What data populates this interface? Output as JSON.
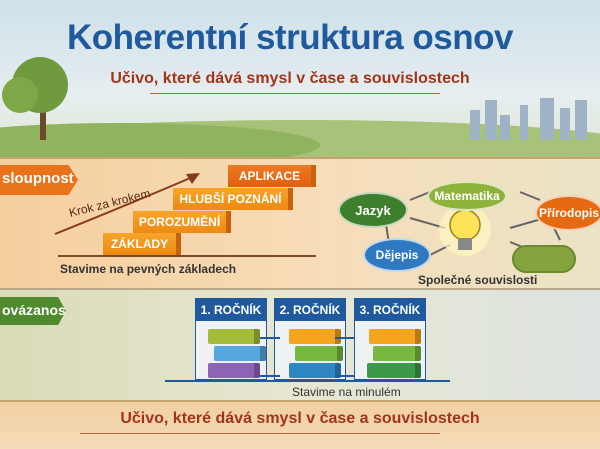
{
  "header": {
    "title": "Koherentní struktura osnov",
    "subtitle": "Učivo, které dává smysl v čase a souvislostech"
  },
  "sequence": {
    "tag": "sloupnost",
    "arrow_label": "Krok za krokem",
    "steps": [
      "ZÁKLADY",
      "POROZUMĚNÍ",
      "HLUBŠÍ POZNÁNÍ",
      "APLIKACE"
    ],
    "caption": "Stavime na pevných základech"
  },
  "connections": {
    "nodes": [
      "Matematika",
      "Jazyk",
      "Přírodopis",
      "Dějepis"
    ],
    "caption": "Společné souvislosti"
  },
  "continuity": {
    "tag": "ovázanost",
    "grades": [
      "1. ROČNÍK",
      "2. ROČNÍK",
      "3. ROČNÍK"
    ],
    "caption": "Stavime na minulém"
  },
  "footer": {
    "text": "Učivo, které dává smysl v čase a souvislostech"
  }
}
